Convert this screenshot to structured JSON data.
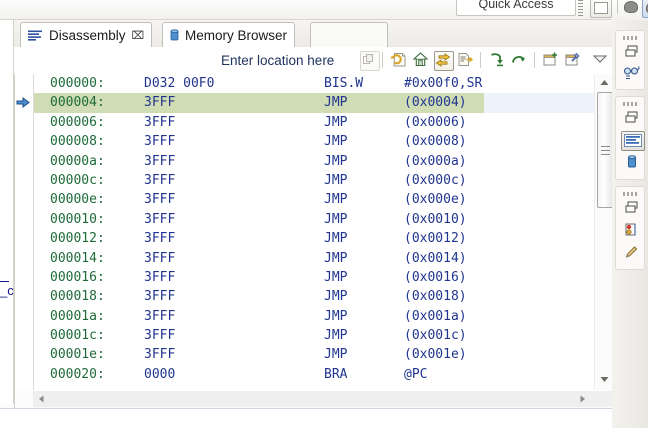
{
  "window": {
    "quick_access": "Quick Access",
    "left_text_fragment": "_c"
  },
  "tabs": [
    {
      "label": "Disassembly",
      "icon": "disassembly-icon",
      "active": true,
      "closeable": true,
      "close_glyph": "⌧"
    },
    {
      "label": "Memory Browser",
      "icon": "memory-browser-icon",
      "active": false,
      "closeable": false
    }
  ],
  "toolbar": {
    "location_input": {
      "placeholder": "Enter location here",
      "value": ""
    },
    "buttons": [
      {
        "name": "copy-to-clipboard",
        "state": "disabled"
      },
      {
        "name": "refresh-icon",
        "state": "normal"
      },
      {
        "name": "home-icon",
        "state": "normal"
      },
      {
        "name": "toggle-source-asm-icon",
        "state": "pressed"
      },
      {
        "name": "show-symbols-icon",
        "state": "normal"
      },
      {
        "name": "step-into-icon",
        "state": "normal"
      },
      {
        "name": "step-over-icon",
        "state": "normal"
      },
      {
        "name": "new-window-icon",
        "state": "normal"
      },
      {
        "name": "pin-view-icon",
        "state": "normal"
      },
      {
        "name": "view-menu-chevron-icon",
        "state": "normal"
      }
    ]
  },
  "disassembly": {
    "columns": [
      "address",
      "opcode",
      "mnemonic",
      "operands"
    ],
    "current_pc_address": "000004",
    "rows": [
      {
        "address": "000000:",
        "opcode": "D032 00F0",
        "mnemonic": "BIS.W",
        "operands": "#0x00f0,SR",
        "current": false
      },
      {
        "address": "000004:",
        "opcode": "3FFF",
        "mnemonic": "JMP",
        "operands": "(0x0004)",
        "current": true
      },
      {
        "address": "000006:",
        "opcode": "3FFF",
        "mnemonic": "JMP",
        "operands": "(0x0006)",
        "current": false
      },
      {
        "address": "000008:",
        "opcode": "3FFF",
        "mnemonic": "JMP",
        "operands": "(0x0008)",
        "current": false
      },
      {
        "address": "00000a:",
        "opcode": "3FFF",
        "mnemonic": "JMP",
        "operands": "(0x000a)",
        "current": false
      },
      {
        "address": "00000c:",
        "opcode": "3FFF",
        "mnemonic": "JMP",
        "operands": "(0x000c)",
        "current": false
      },
      {
        "address": "00000e:",
        "opcode": "3FFF",
        "mnemonic": "JMP",
        "operands": "(0x000e)",
        "current": false
      },
      {
        "address": "000010:",
        "opcode": "3FFF",
        "mnemonic": "JMP",
        "operands": "(0x0010)",
        "current": false
      },
      {
        "address": "000012:",
        "opcode": "3FFF",
        "mnemonic": "JMP",
        "operands": "(0x0012)",
        "current": false
      },
      {
        "address": "000014:",
        "opcode": "3FFF",
        "mnemonic": "JMP",
        "operands": "(0x0014)",
        "current": false
      },
      {
        "address": "000016:",
        "opcode": "3FFF",
        "mnemonic": "JMP",
        "operands": "(0x0016)",
        "current": false
      },
      {
        "address": "000018:",
        "opcode": "3FFF",
        "mnemonic": "JMP",
        "operands": "(0x0018)",
        "current": false
      },
      {
        "address": "00001a:",
        "opcode": "3FFF",
        "mnemonic": "JMP",
        "operands": "(0x001a)",
        "current": false
      },
      {
        "address": "00001c:",
        "opcode": "3FFF",
        "mnemonic": "JMP",
        "operands": "(0x001c)",
        "current": false
      },
      {
        "address": "00001e:",
        "opcode": "3FFF",
        "mnemonic": "JMP",
        "operands": "(0x001e)",
        "current": false
      },
      {
        "address": "000020:",
        "opcode": "0000",
        "mnemonic": "BRA",
        "operands": "@PC",
        "current": false
      }
    ]
  },
  "right_bar": {
    "groups": [
      {
        "items": [
          {
            "name": "restore-icon"
          },
          {
            "name": "debug-perspective-icon"
          }
        ]
      },
      {
        "items": [
          {
            "name": "restore-icon"
          },
          {
            "name": "disassembly-view-icon",
            "selected": true
          },
          {
            "name": "memory-view-icon"
          }
        ]
      },
      {
        "items": [
          {
            "name": "restore-icon"
          },
          {
            "name": "breakpoints-view-icon"
          },
          {
            "name": "editor-view-icon"
          }
        ]
      }
    ]
  },
  "colors": {
    "address_green": "#1f6b3a",
    "code_blue": "#20358f",
    "current_line_green": "#cfdcb4",
    "selection_blue": "#eef2fa",
    "chrome_gray": "#eceae6"
  }
}
